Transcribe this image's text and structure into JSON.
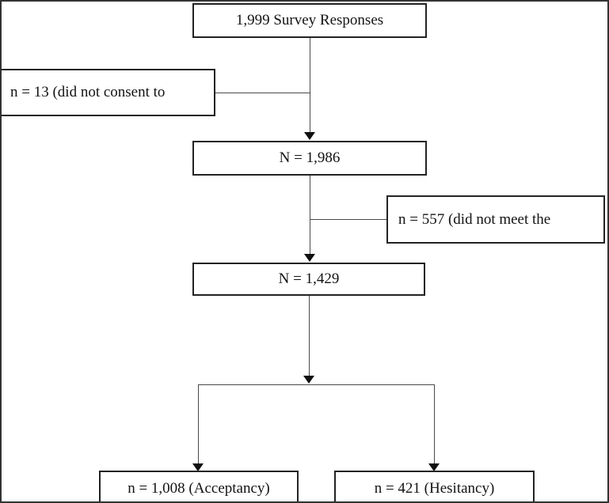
{
  "diagram": {
    "type": "flowchart",
    "description": "Survey response exclusion flow diagram",
    "colors": {
      "background": "#ffffff",
      "frame_border": "#333333",
      "box_border": "#232323",
      "connector_line": "#4a4a4a",
      "arrowhead": "#101010",
      "text": "#131313"
    },
    "nodes": {
      "survey_responses": {
        "label": "1,999 Survey Responses"
      },
      "excluded_no_consent": {
        "label": "n = 13 (did not consent to"
      },
      "after_consent": {
        "label": "N = 1,986"
      },
      "excluded_criteria": {
        "label": "n = 557 (did not meet the"
      },
      "final_sample": {
        "label": "N = 1,429"
      },
      "acceptancy": {
        "label": "n = 1,008 (Acceptancy)"
      },
      "hesitancy": {
        "label": "n = 421 (Hesitancy)"
      }
    }
  }
}
